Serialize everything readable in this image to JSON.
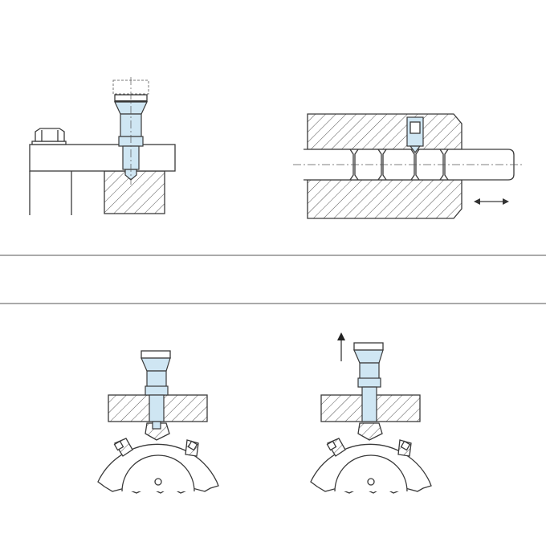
{
  "colors": {
    "plunger": "#cfe6f3",
    "line": "#3a3a3a",
    "divider": "#777777"
  },
  "figures": [
    "plate-clamp-plunger",
    "shaft-detent-plunger",
    "indexing-plunger-engaged",
    "indexing-plunger-retracted"
  ]
}
